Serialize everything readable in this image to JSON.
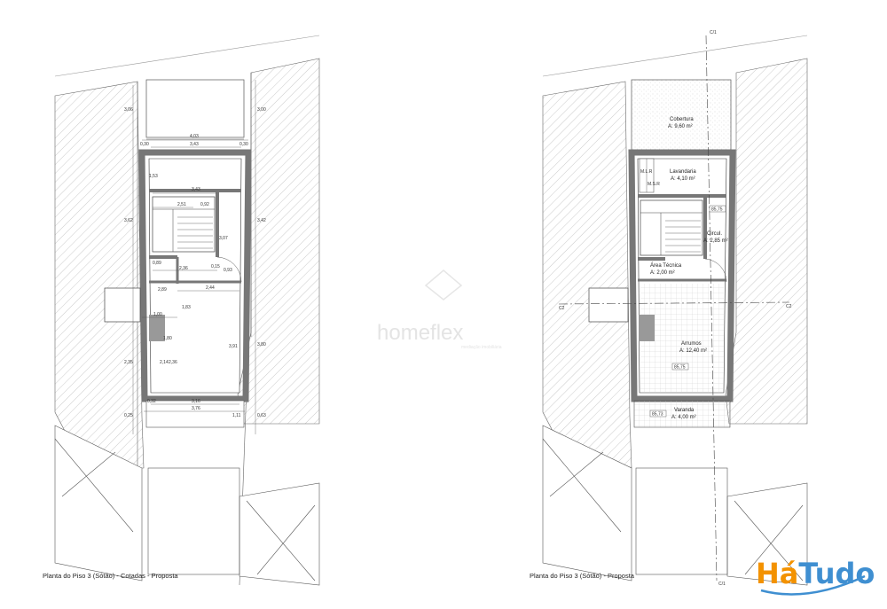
{
  "left_plan": {
    "title": "Planta do Piso 3 (Sótão) - Cotadas - Proposta",
    "dims": [
      "4,03",
      "3,43",
      "0,30",
      "0,30",
      "1,53",
      "3,43",
      "2,51",
      "0,92",
      "3,07",
      "0,89",
      "2,36",
      "0,15",
      "0,93",
      "2,44",
      "1,00",
      "1,83",
      "1,80",
      "2,14",
      "2,36",
      "3,91",
      "3,16",
      "3,76",
      "0,32",
      "1,11",
      "3,42",
      "3,00",
      "3,06",
      "3,62",
      "2,35",
      "3,80",
      "2,89",
      "0,25",
      "0,63"
    ]
  },
  "right_plan": {
    "title": "Planta do Piso 3 (Sótão) - Proposta",
    "rooms": [
      {
        "name": "Cobertura",
        "area": "A: 9,60 m²"
      },
      {
        "name": "Lavandaria",
        "area": "A: 4,10 m²"
      },
      {
        "name": "Circul.",
        "area": "A: 2,85 m²"
      },
      {
        "name": "Área Técnica",
        "area": "A: 2,00 m²"
      },
      {
        "name": "Arrumos",
        "area": "A: 12,40 m²"
      },
      {
        "name": "Varanda",
        "area": "A: 4,00 m²"
      }
    ],
    "levels": [
      "85,75",
      "85,75",
      "85,73"
    ],
    "section_marks": [
      "C/1",
      "C/1",
      "C2",
      "C2"
    ],
    "small_labels": [
      "M.L.R",
      "M.S.R"
    ]
  },
  "watermark": {
    "brand": "homeflex",
    "tagline": "mediação imobiliária"
  },
  "logo": {
    "part1": "Há",
    "part2": "Tudo"
  },
  "colors": {
    "wall": "#9a9a9a",
    "hatch": "#b5b5b5",
    "line": "#555555",
    "logo_orange": "#f39200",
    "logo_blue": "#3f8fd1"
  }
}
